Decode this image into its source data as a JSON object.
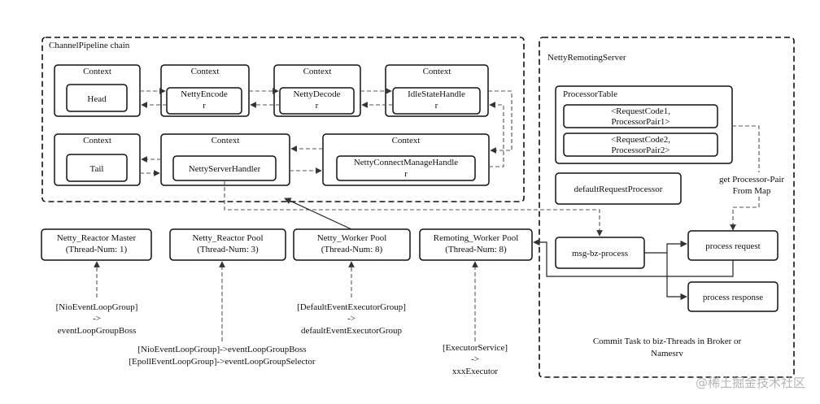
{
  "pipeline": {
    "title": "ChannelPipeline chain",
    "context_label": "Context",
    "head": "Head",
    "encoder": [
      "NettyEncode",
      "r"
    ],
    "decoder": [
      "NettyDecode",
      "r"
    ],
    "idle": [
      "IdleStateHandle",
      "r"
    ],
    "tail": "Tail",
    "server_handler": "NettyServerHandler",
    "connect_manage": [
      "NettyConnectManageHandle",
      "r"
    ]
  },
  "server": {
    "title": "NettyRemotingServer",
    "processor_table": "ProcessorTable",
    "pair1": [
      "<RequestCode1,",
      "ProcessorPair1>"
    ],
    "pair2": [
      "<RequestCode2,",
      "ProcessorPair2>"
    ],
    "default_processor": "defaultRequestProcessor",
    "get_pair": [
      "get Processor-Pair",
      "From Map"
    ],
    "msg_process": "msg-bz-process",
    "process_request": "process request",
    "process_response": "process response",
    "commit_task": [
      "Commit Task to biz-Threads in Broker or",
      "Namesrv"
    ]
  },
  "pools": {
    "reactor_master": [
      "Netty_Reactor Master",
      "(Thread-Num: 1)"
    ],
    "reactor_pool": [
      "Netty_Reactor Pool",
      "(Thread-Num: 3)"
    ],
    "worker_pool": [
      "Netty_Worker Pool",
      "(Thread-Num: 8)"
    ],
    "remoting_pool": [
      "Remoting_Worker Pool",
      "(Thread-Num: 8)"
    ]
  },
  "sources": {
    "master": [
      "[NioEventLoopGroup]",
      "->",
      "eventLoopGroupBoss"
    ],
    "reactor": [
      "[NioEventLoopGroup]->eventLoopGroupBoss",
      "[EpollEventLoopGroup]->eventLoopGroupSelector"
    ],
    "worker": [
      "[DefaultEventExecutorGroup]",
      "->",
      "defaultEventExecutorGroup"
    ],
    "remoting": [
      "[ExecutorService]",
      "->",
      "xxxExecutor"
    ]
  },
  "watermark": "@稀土掘金技术社区"
}
